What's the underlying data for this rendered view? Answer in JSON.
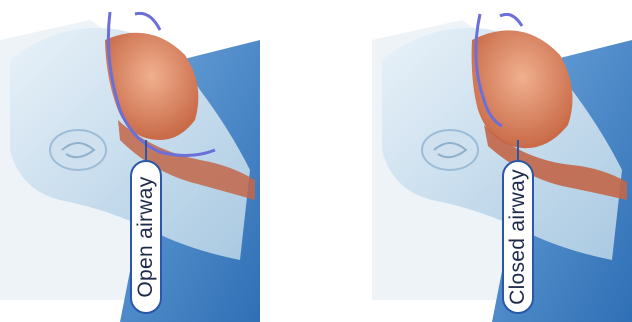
{
  "panels": [
    {
      "label": "Open airway",
      "airway": "open"
    },
    {
      "label": "Closed airway",
      "airway": "closed"
    }
  ],
  "colors": {
    "skin_light": "#dceaf4",
    "skin_mid": "#b7d3e8",
    "pillow": "#eef3f8",
    "blanket": "#4a86c8",
    "tissue": "#d98a66",
    "tissue_dark": "#b4563c",
    "airway_line": "#6b6fd8",
    "label_border": "#2b57a8"
  }
}
